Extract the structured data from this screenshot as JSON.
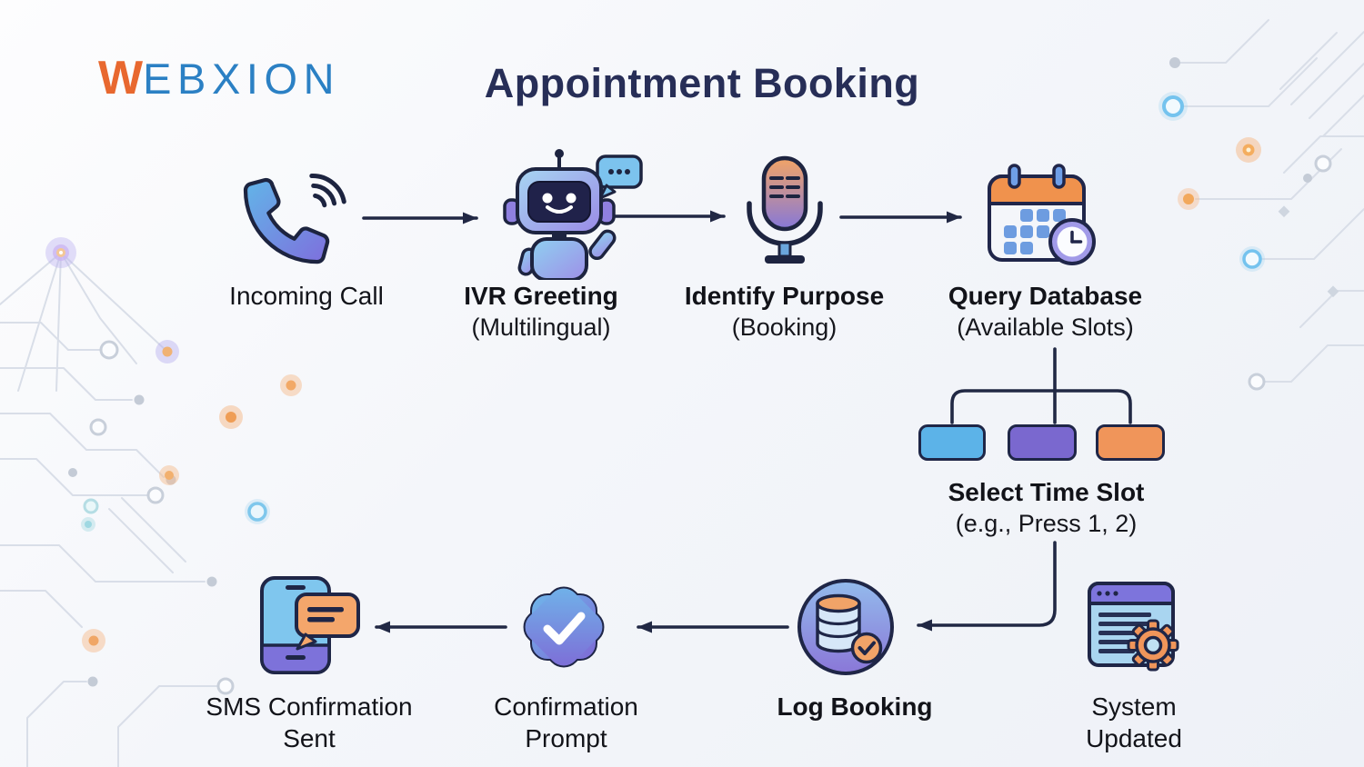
{
  "logo": {
    "prefix": "W",
    "rest": "EBXION"
  },
  "header": {
    "title": "Appointment Booking"
  },
  "colors": {
    "arrow": "#212844",
    "outline": "#1f2647",
    "title_text": "#272e57",
    "logo_orange": "#e8682f",
    "logo_blue": "#2b80c4",
    "slot_colors": [
      "#5cb3e8",
      "#7a68cf",
      "#f0955a"
    ],
    "glow_orange": "#f0a666",
    "glow_blue": "#74c3ee",
    "glow_purple": "#b9aff0"
  },
  "flow": {
    "steps": [
      {
        "id": "incoming-call",
        "label": "Incoming Call",
        "sublabel": "",
        "icon": "phone-call-icon"
      },
      {
        "id": "ivr-greeting",
        "label": "IVR Greeting",
        "sublabel": "(Multilingual)",
        "icon": "robot-chat-icon"
      },
      {
        "id": "identify-purpose",
        "label": "Identify Purpose",
        "sublabel": "(Booking)",
        "icon": "microphone-icon"
      },
      {
        "id": "query-database",
        "label": "Query Database",
        "sublabel": "(Available Slots)",
        "icon": "calendar-clock-icon"
      },
      {
        "id": "select-time-slot",
        "label": "Select Time Slot",
        "sublabel": "(e.g., Press 1, 2)",
        "icon": "time-slot-options"
      },
      {
        "id": "log-booking",
        "label": "Log Booking",
        "sublabel": "",
        "icon": "database-check-icon"
      },
      {
        "id": "confirmation-prompt",
        "label": "Confirmation Prompt",
        "sublabel": "",
        "icon": "verified-badge-icon"
      },
      {
        "id": "sms-confirmation",
        "label": "SMS Confirmation Sent",
        "sublabel": "",
        "icon": "phone-message-icon"
      },
      {
        "id": "system-updated",
        "label": "System Updated",
        "sublabel": "",
        "icon": "browser-gear-icon"
      }
    ]
  }
}
